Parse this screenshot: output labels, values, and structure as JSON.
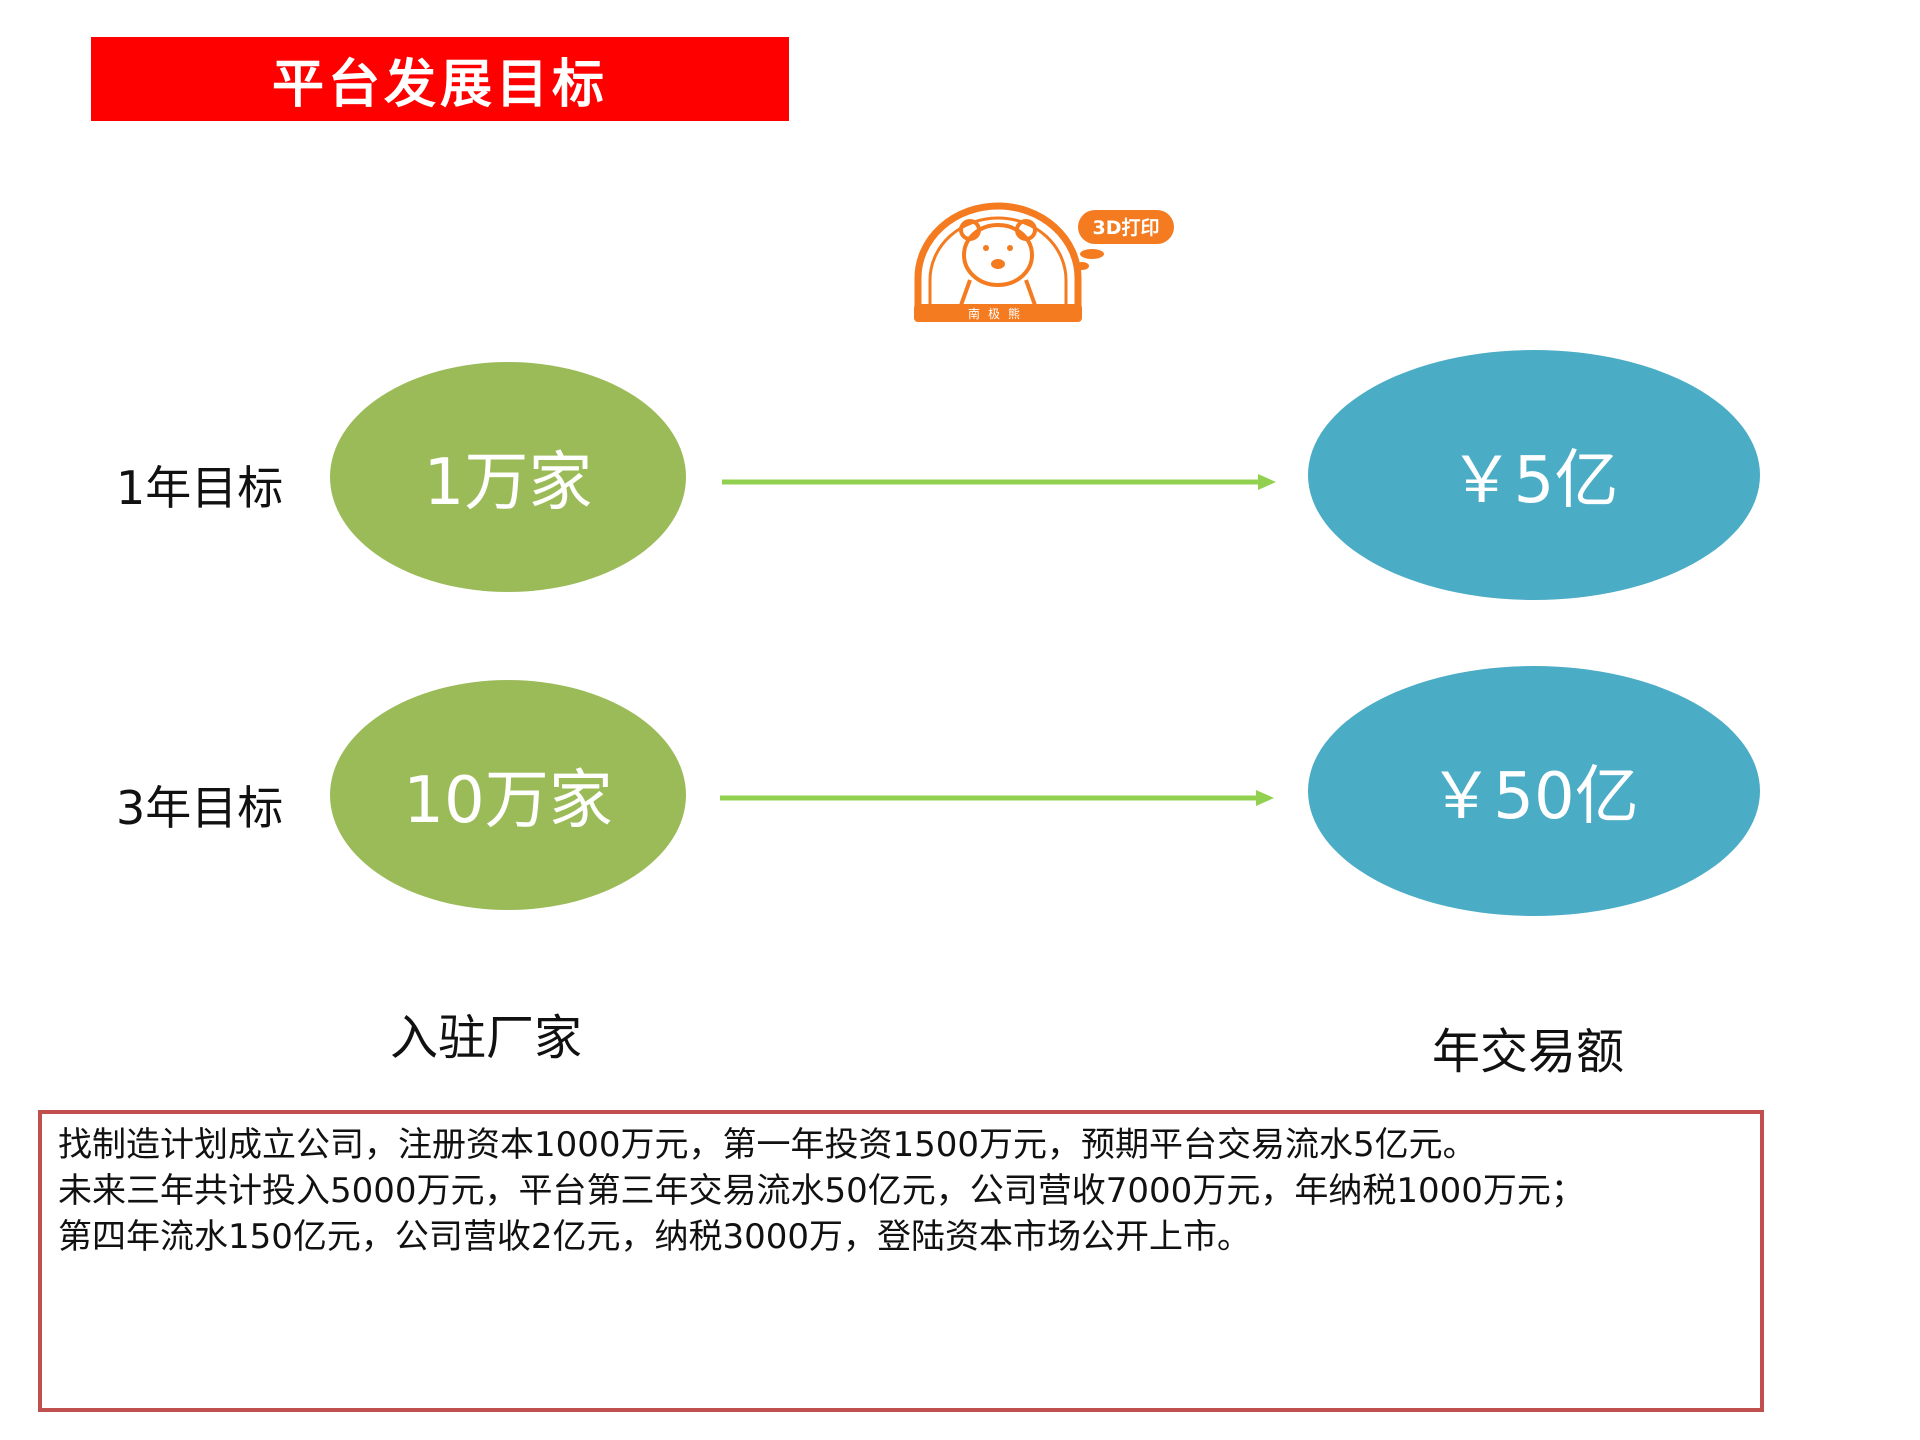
{
  "title": "平台发展目标",
  "logo": {
    "badge_text": "3D打印",
    "brand_text": "南极熊",
    "colors": {
      "orange": "#f47b20"
    }
  },
  "rows": [
    {
      "label": "1年目标",
      "vendors": "1万家",
      "volume": "￥5亿"
    },
    {
      "label": "3年目标",
      "vendors": "10万家",
      "volume": "￥50亿"
    }
  ],
  "columns": {
    "left": "入驻厂家",
    "right": "年交易额"
  },
  "notes": [
    "找制造计划成立公司，注册资本1000万元，第一年投资1500万元，预期平台交易流水5亿元。",
    "未来三年共计投入5000万元，平台第三年交易流水50亿元，公司营收7000万元，年纳税1000万元；",
    "第四年流水150亿元，公司营收2亿元，纳税3000万，登陆资本市场公开上市。"
  ],
  "colors": {
    "banner": "#ff0000",
    "green": "#9bbb59",
    "blue": "#4bacc6",
    "arrow": "#92d050",
    "box_border": "#c0504d"
  }
}
